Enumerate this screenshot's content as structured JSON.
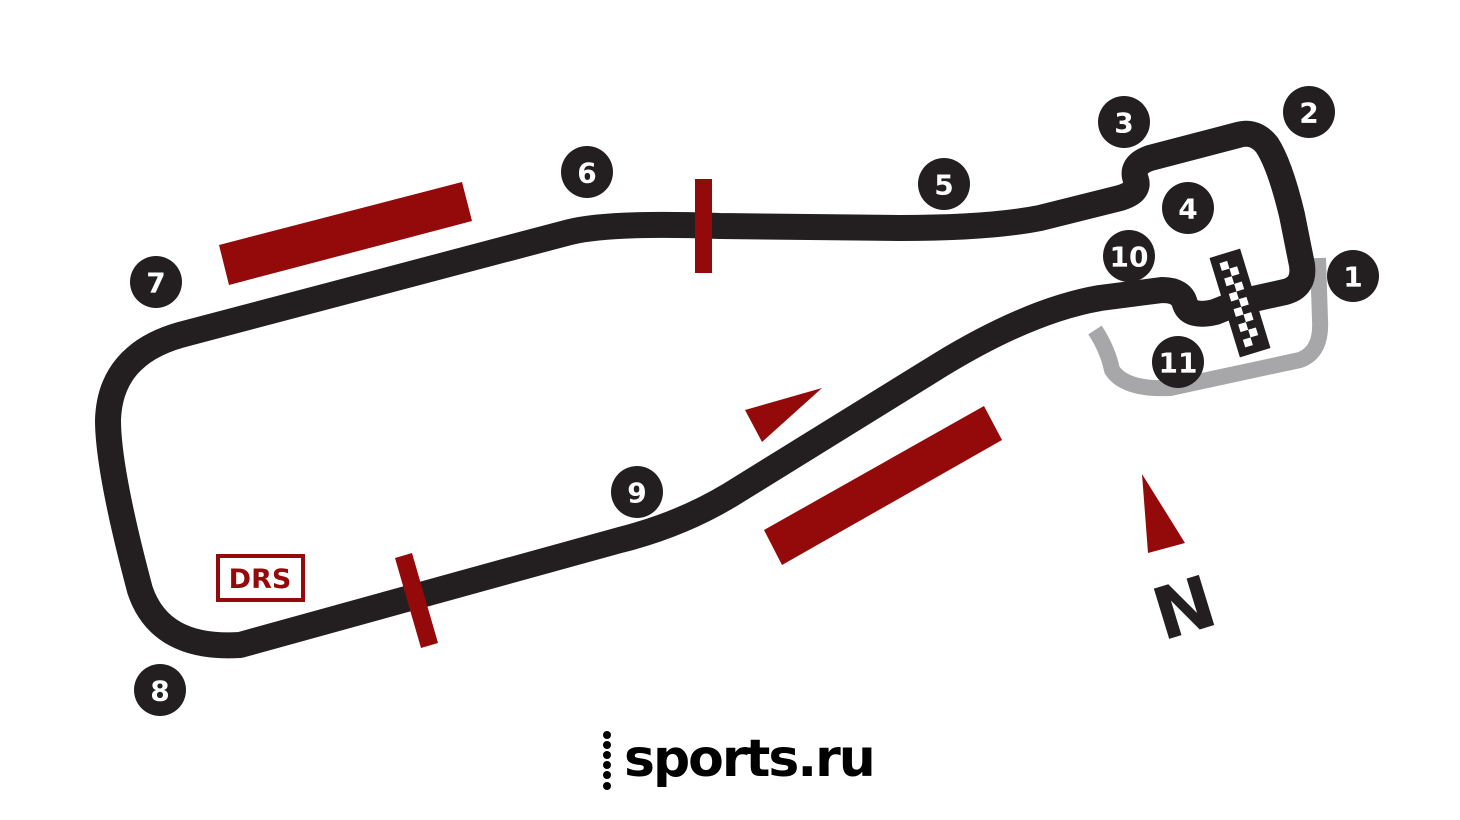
{
  "colors": {
    "track": "#231f20",
    "accent": "#940a0a",
    "pitlane": "#a7a7a9"
  },
  "drs_label": "DRS",
  "north_label": "N",
  "logo_text": "sports.ru",
  "turns": [
    "1",
    "2",
    "3",
    "4",
    "5",
    "6",
    "7",
    "8",
    "9",
    "10",
    "11"
  ]
}
